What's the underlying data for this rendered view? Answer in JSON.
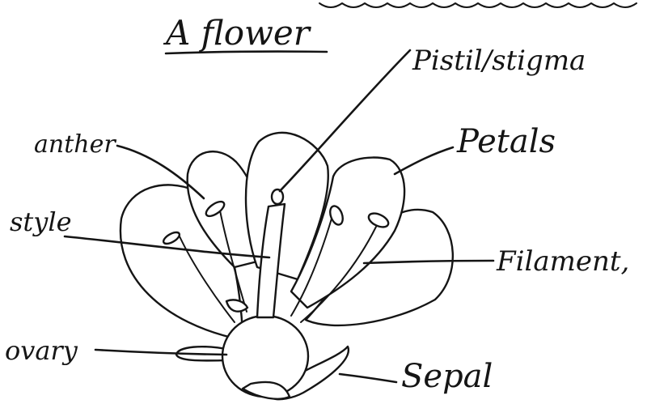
{
  "title": "A flower",
  "labels": {
    "pistil_stigma": "Pistil/stigma",
    "petals": "Petals",
    "anther": "anther",
    "style": "style",
    "filament": "Filament,",
    "ovary": "ovary",
    "sepal": "Sepal"
  },
  "colors": {
    "ink": "#151515",
    "paper": "#ffffff"
  }
}
